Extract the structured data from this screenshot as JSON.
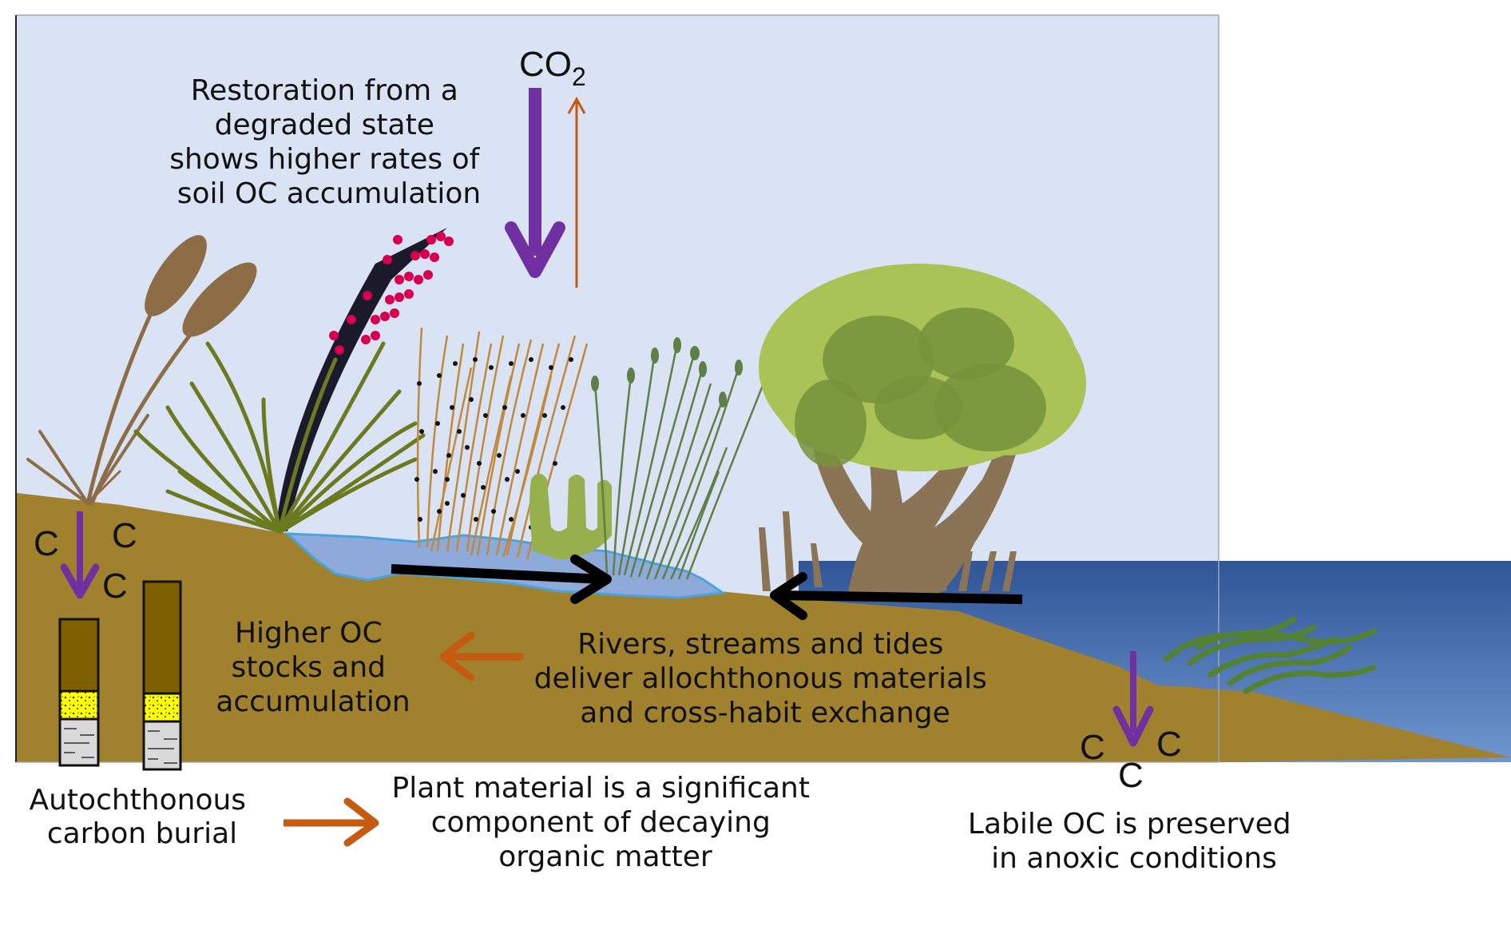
{
  "diagram": {
    "title": "Blue carbon wetland soil organic carbon processes",
    "co2": {
      "label": "CO",
      "subscript": "2"
    },
    "labels": {
      "restoration": [
        "Restoration from a",
        "degraded state",
        "shows higher rates of",
        "soil OC accumulation"
      ],
      "higher_oc": [
        "Higher OC",
        "stocks and",
        "accumulation"
      ],
      "rivers": [
        "Rivers, streams and tides",
        "deliver allochthonous materials",
        "and cross-habit exchange"
      ],
      "autochthonous": [
        "Autochthonous",
        "carbon burial"
      ],
      "plant_material": [
        "Plant material is a significant",
        "component of decaying",
        "organic matter"
      ],
      "labile": [
        "Labile OC is preserved",
        "in anoxic conditions"
      ]
    },
    "carbon_symbols": {
      "left": [
        "C",
        "C",
        "C"
      ],
      "right": [
        "C",
        "C",
        "C"
      ]
    },
    "colors": {
      "sky": "#dae3f3",
      "soil": "#a0812e",
      "sea_top": "#2f5597",
      "sea_bottom": "#7096cf",
      "pond": "#8eaadb",
      "pond_edge": "#4aa3df",
      "purple_arrow": "#7030a0",
      "orange_arrow": "#c55a11",
      "black_arrow": "#000000",
      "core_top": "#7f6000",
      "core_sand": "#ffff00",
      "core_clay": "#d9d9d9",
      "tree_trunk": "#8b7355",
      "tree_light": "#a9c356",
      "tree_dark": "#76923c",
      "grass_green": "#6b7a1f",
      "pampas": "#8c6d46",
      "flax_stalk": "#1a1a2a",
      "flax_flower": "#d6004f",
      "reeds": "#c08a3e",
      "rush_green": "#5e7f47",
      "seagrass": "#548235",
      "succulent": "#97b04e"
    }
  }
}
